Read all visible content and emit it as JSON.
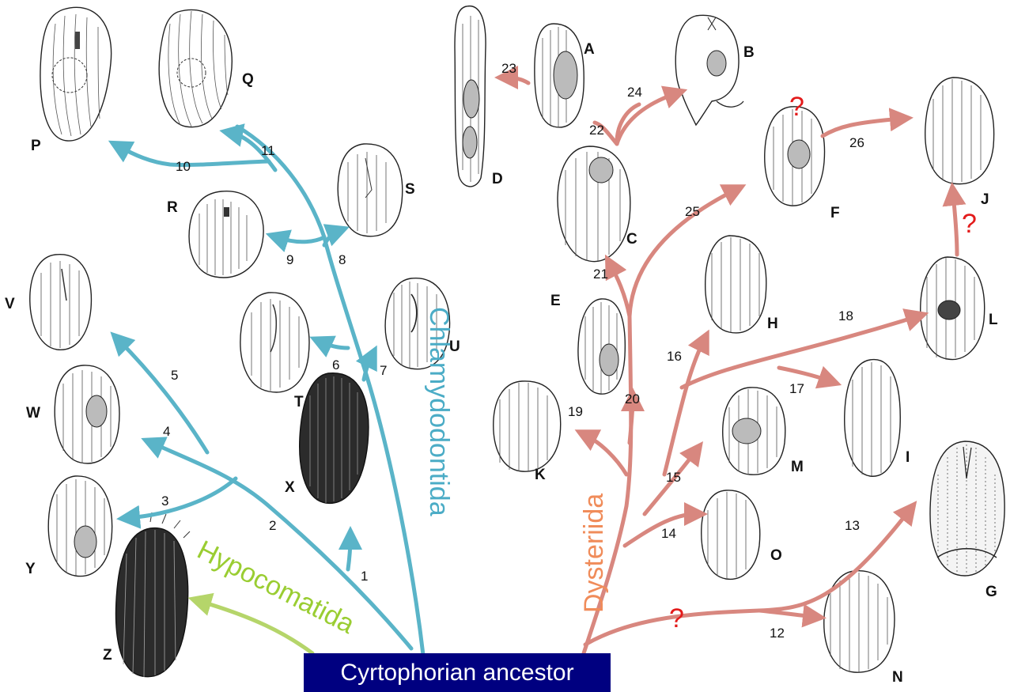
{
  "ancestor_label": "Cyrtophorian ancestor",
  "clades": {
    "chlamydodontida": {
      "label": "Chlamydodontida",
      "color": "#4bacc6"
    },
    "dysteriida": {
      "label": "Dysteriida",
      "color": "#f08c5a"
    },
    "hypocomatida": {
      "label": "Hypocomatida",
      "color": "#9acd32"
    }
  },
  "branch_colors": {
    "blue": "#5ab4c8",
    "pink": "#d8877f",
    "green": "#b5d56a"
  },
  "uncertain_mark": "?",
  "taxon_letters": [
    "A",
    "B",
    "C",
    "D",
    "E",
    "F",
    "G",
    "H",
    "I",
    "J",
    "K",
    "L",
    "M",
    "N",
    "O",
    "P",
    "Q",
    "R",
    "S",
    "T",
    "U",
    "V",
    "W",
    "X",
    "Y",
    "Z"
  ],
  "branch_numbers": [
    "1",
    "2",
    "3",
    "4",
    "5",
    "6",
    "7",
    "8",
    "9",
    "10",
    "11",
    "12",
    "13",
    "14",
    "15",
    "16",
    "17",
    "18",
    "19",
    "20",
    "21",
    "22",
    "23",
    "24",
    "25",
    "26"
  ]
}
